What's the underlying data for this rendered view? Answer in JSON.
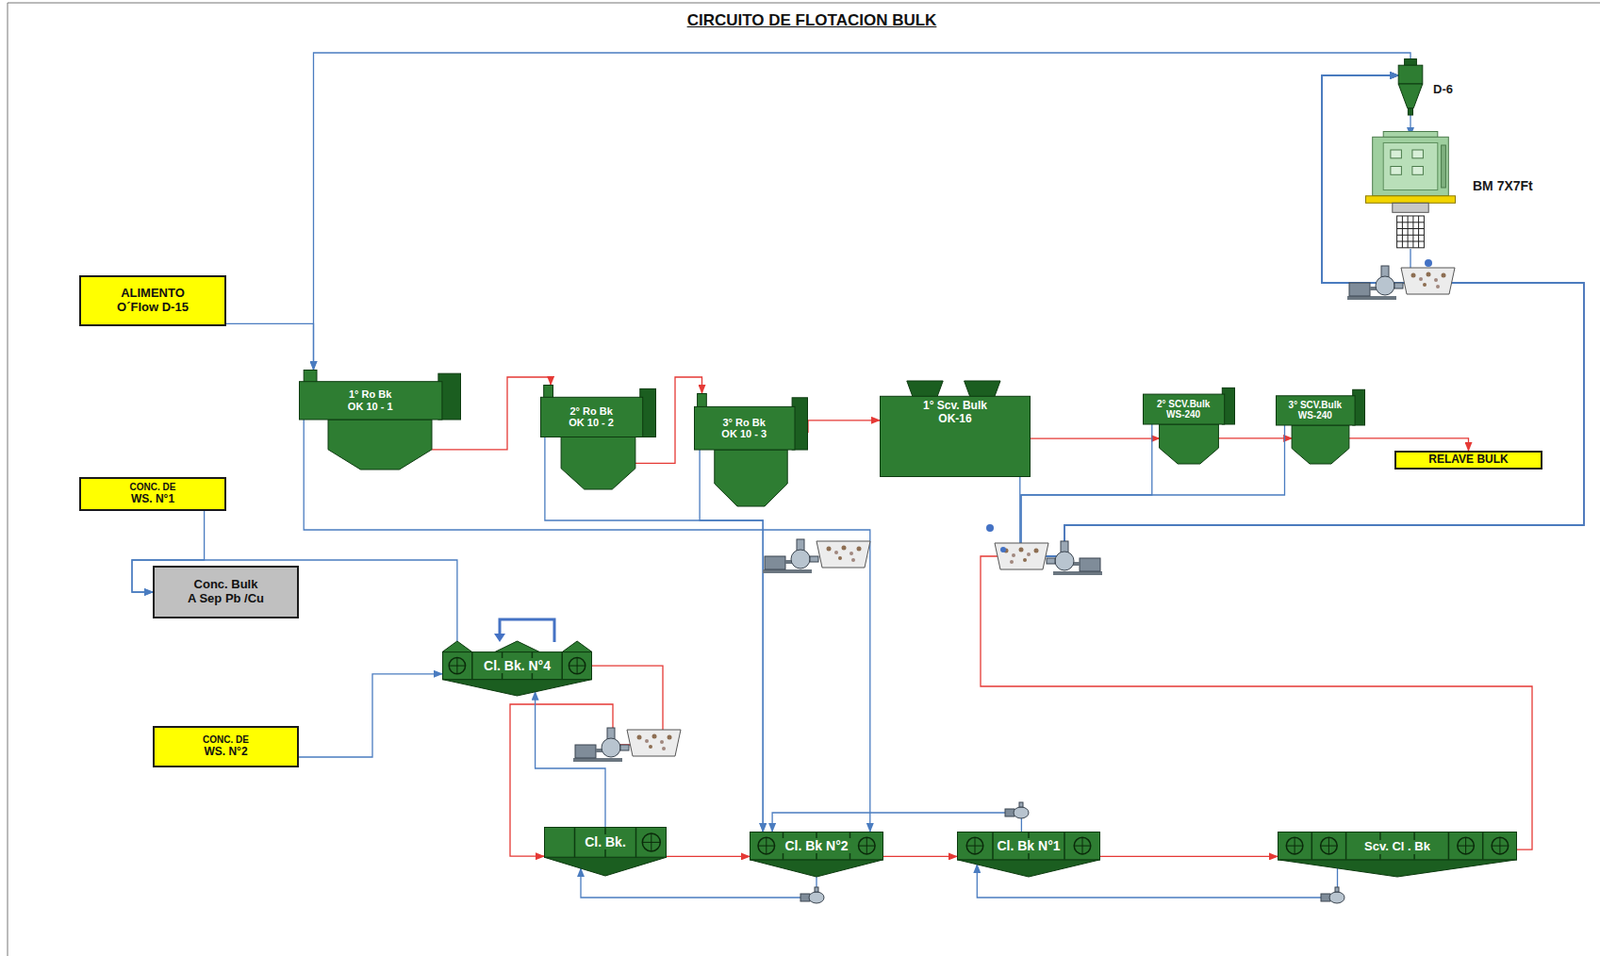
{
  "diagram": {
    "title": "CIRCUITO DE FLOTACION BULK",
    "nodes": [
      {
        "text": [
          "ALIMENTO",
          "O´Flow D-15"
        ]
      },
      {
        "text": [
          "CONC. DE",
          "WS. N°1"
        ]
      },
      {
        "text": [
          "Conc. Bulk",
          "A Sep Pb /Cu"
        ]
      },
      {
        "text": [
          "CONC. DE",
          "WS. N°2"
        ]
      },
      {
        "text": [
          "1° Ro Bk OK 10 - 1"
        ]
      },
      {
        "text": [
          "2° Ro Bk OK 10 - 2"
        ]
      },
      {
        "text": [
          "3° Ro Bk OK 10 - 3"
        ]
      },
      {
        "text": [
          "1° Scv. Bulk OK-16"
        ]
      },
      {
        "text": [
          "2° SCV.Bulk WS-240"
        ]
      },
      {
        "text": [
          "3° SCV.Bulk WS-240"
        ]
      },
      {
        "text": [
          "RELAVE BULK"
        ]
      },
      {
        "text": [
          "D-6"
        ]
      },
      {
        "text": [
          "BM 7X7Ft"
        ]
      },
      {
        "text": [
          "Cl. Bk. N°4"
        ]
      },
      {
        "text": [
          "Cl. Bk."
        ]
      },
      {
        "text": [
          "Cl. Bk N°2"
        ]
      },
      {
        "text": [
          "Cl. Bk N°1"
        ]
      },
      {
        "text": [
          "Scv. Cl . Bk"
        ]
      }
    ],
    "edges": [
      {
        "from": 0,
        "to": 4,
        "arrow": "to"
      },
      {
        "from": 11,
        "to": 4,
        "arrow": "to"
      },
      {
        "from": 4,
        "to": 5,
        "arrow": "to"
      },
      {
        "from": 5,
        "to": 6,
        "arrow": "to"
      },
      {
        "from": 6,
        "to": 7,
        "arrow": "to"
      },
      {
        "from": 7,
        "to": 8,
        "arrow": "to"
      },
      {
        "from": 8,
        "to": 9,
        "arrow": "to"
      },
      {
        "from": 9,
        "to": 10,
        "arrow": "to"
      },
      {
        "from": 4,
        "to": 15,
        "arrow": "to"
      },
      {
        "from": 5,
        "to": 15,
        "arrow": "to"
      },
      {
        "from": 6,
        "to": 15,
        "arrow": "to"
      },
      {
        "from": 7,
        "to": 11,
        "arrow": "to"
      },
      {
        "from": 8,
        "to": 11,
        "arrow": "to"
      },
      {
        "from": 9,
        "to": 11,
        "arrow": "to"
      },
      {
        "from": 17,
        "to": 11,
        "arrow": "to"
      },
      {
        "from": 11,
        "to": 12,
        "arrow": "to"
      },
      {
        "from": 12,
        "to": 11,
        "arrow": "to"
      },
      {
        "from": 1,
        "to": 2,
        "arrow": "to"
      },
      {
        "from": 13,
        "to": 2,
        "arrow": "to"
      },
      {
        "from": 3,
        "to": 13,
        "arrow": "to"
      },
      {
        "from": 13,
        "to": 14,
        "arrow": "to"
      },
      {
        "from": 14,
        "to": 13,
        "arrow": "to"
      },
      {
        "from": 14,
        "to": 15,
        "arrow": "to"
      },
      {
        "from": 15,
        "to": 14,
        "arrow": "to"
      },
      {
        "from": 15,
        "to": 16,
        "arrow": "to"
      },
      {
        "from": 16,
        "to": 15,
        "arrow": "to"
      },
      {
        "from": 16,
        "to": 17,
        "arrow": "to"
      },
      {
        "from": 17,
        "to": 16,
        "arrow": "to"
      }
    ]
  }
}
